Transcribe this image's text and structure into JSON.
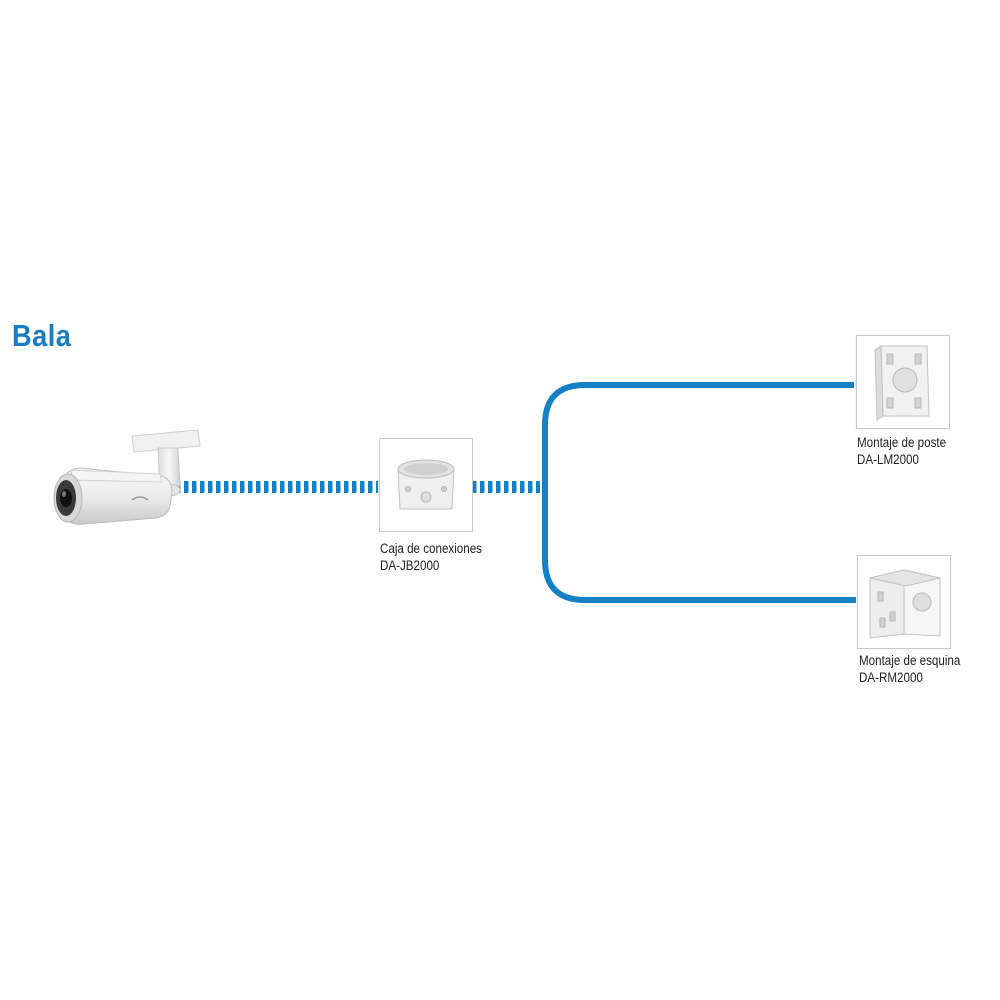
{
  "title": "Bala",
  "colors": {
    "accent": "#1a7cc1",
    "connector": "#1680c6",
    "product_white": "#f2f2f2",
    "frame_border": "#c9c9c9"
  },
  "camera": {
    "icon": "bullet-camera-icon"
  },
  "junction_box": {
    "icon": "junction-box-icon",
    "label": "Caja de conexiones",
    "model": "DA-JB2000"
  },
  "pole_mount": {
    "icon": "pole-mount-icon",
    "label": "Montaje de poste",
    "model": "DA-LM2000"
  },
  "corner_mount": {
    "icon": "corner-mount-icon",
    "label": "Montaje de esquina",
    "model": "DA-RM2000"
  }
}
